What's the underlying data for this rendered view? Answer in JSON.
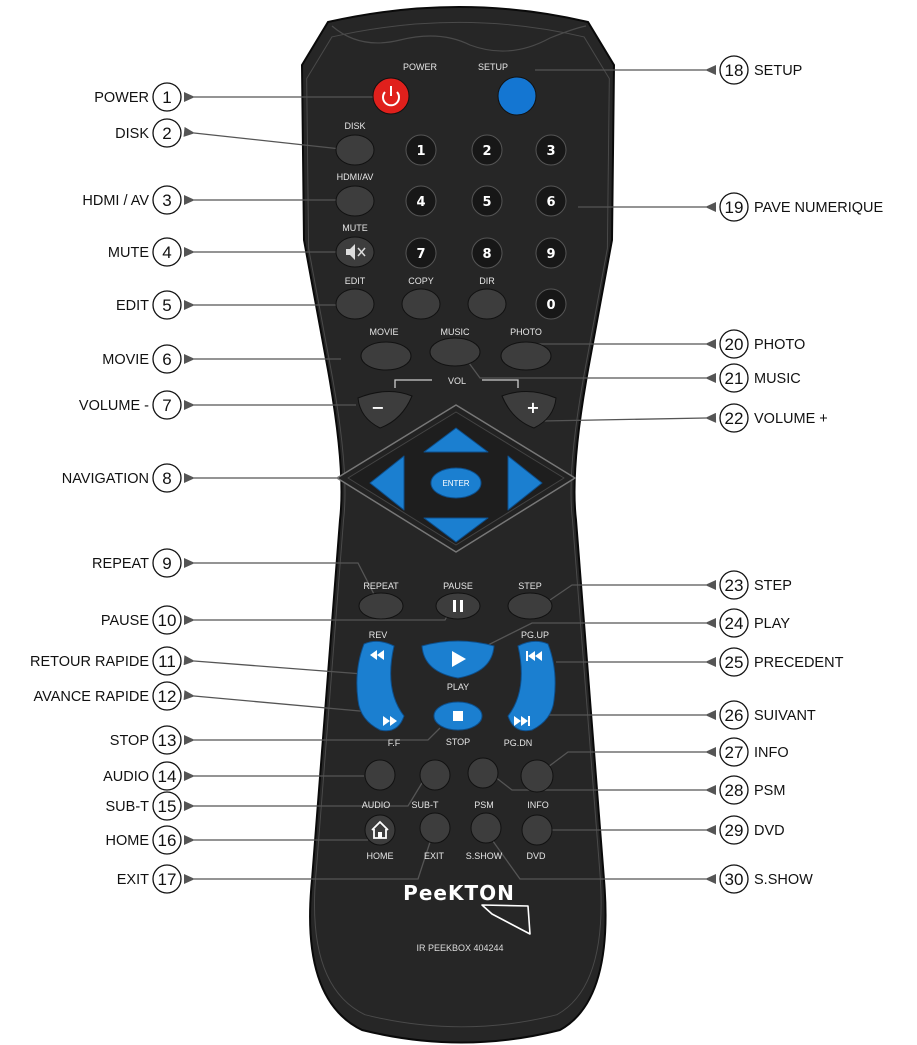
{
  "colors": {
    "remote_body": "#262626",
    "power_button": "#e0201c",
    "setup_button": "#1476d2",
    "nav_blue": "#1b7fd0",
    "leader_line": "#555555"
  },
  "remote": {
    "brand": "PeeKTON",
    "model": "IR PEEKBOX 404244",
    "button_text": {
      "power": "POWER",
      "setup": "SETUP",
      "disk": "DISK",
      "hdmi_av": "HDMI/AV",
      "mute": "MUTE",
      "edit": "EDIT",
      "copy": "COPY",
      "dir": "DIR",
      "movie": "MOVIE",
      "music": "MUSIC",
      "photo": "PHOTO",
      "vol": "VOL",
      "vol_minus": "−",
      "vol_plus": "+",
      "enter": "ENTER",
      "repeat": "REPEAT",
      "pause": "PAUSE",
      "step": "STEP",
      "rev": "REV",
      "play": "PLAY",
      "pg_up": "PG.UP",
      "ff": "F.F",
      "stop": "STOP",
      "pg_dn": "PG.DN",
      "audio": "AUDIO",
      "sub_t": "SUB-T",
      "psm": "PSM",
      "info": "INFO",
      "home": "HOME",
      "exit": "EXIT",
      "s_show": "S.SHOW",
      "dvd": "DVD"
    },
    "digits": [
      "1",
      "2",
      "3",
      "4",
      "5",
      "6",
      "7",
      "8",
      "9",
      "0"
    ]
  },
  "callouts_left": [
    {
      "num": "1",
      "label": "POWER"
    },
    {
      "num": "2",
      "label": "DISK"
    },
    {
      "num": "3",
      "label": "HDMI / AV"
    },
    {
      "num": "4",
      "label": "MUTE"
    },
    {
      "num": "5",
      "label": "EDIT"
    },
    {
      "num": "6",
      "label": "MOVIE"
    },
    {
      "num": "7",
      "label": "VOLUME -"
    },
    {
      "num": "8",
      "label": "NAVIGATION"
    },
    {
      "num": "9",
      "label": "REPEAT"
    },
    {
      "num": "10",
      "label": "PAUSE"
    },
    {
      "num": "11",
      "label": "RETOUR RAPIDE"
    },
    {
      "num": "12",
      "label": "AVANCE RAPIDE"
    },
    {
      "num": "13",
      "label": "STOP"
    },
    {
      "num": "14",
      "label": "AUDIO"
    },
    {
      "num": "15",
      "label": "SUB-T"
    },
    {
      "num": "16",
      "label": "HOME"
    },
    {
      "num": "17",
      "label": "EXIT"
    }
  ],
  "callouts_right": [
    {
      "num": "18",
      "label": "SETUP"
    },
    {
      "num": "19",
      "label": "PAVE NUMERIQUE"
    },
    {
      "num": "20",
      "label": "PHOTO"
    },
    {
      "num": "21",
      "label": "MUSIC"
    },
    {
      "num": "22",
      "label": "VOLUME +"
    },
    {
      "num": "23",
      "label": "STEP"
    },
    {
      "num": "24",
      "label": "PLAY"
    },
    {
      "num": "25",
      "label": "PRECEDENT"
    },
    {
      "num": "26",
      "label": "SUIVANT"
    },
    {
      "num": "27",
      "label": "INFO"
    },
    {
      "num": "28",
      "label": "PSM"
    },
    {
      "num": "29",
      "label": "DVD"
    },
    {
      "num": "30",
      "label": "S.SHOW"
    }
  ]
}
